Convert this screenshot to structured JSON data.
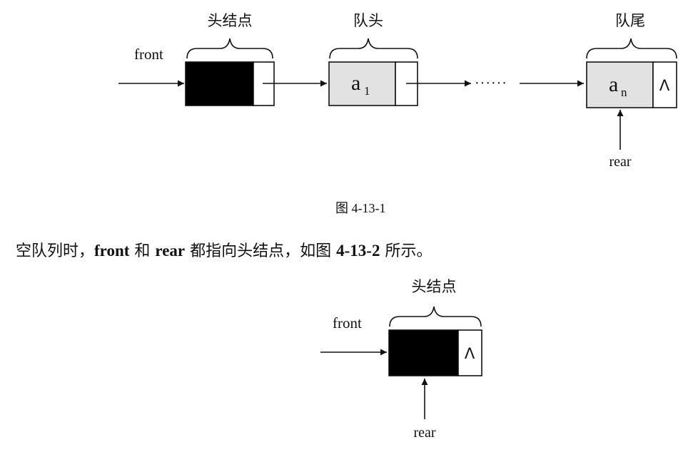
{
  "figure1": {
    "head_node_label": "头结点",
    "queue_head_label": "队头",
    "queue_tail_label": "队尾",
    "front_label": "front",
    "rear_label": "rear",
    "node1_letter": "a",
    "node1_sub": "1",
    "last_node_letter": "a",
    "last_node_sub": "n",
    "null_symbol": "Λ",
    "ellipsis": "······",
    "caption": "图 4-13-1"
  },
  "paragraph": {
    "part1": "空队列时，",
    "front": "front",
    "part2": " 和 ",
    "rear": "rear",
    "part3": " 都指向头结点，如图 ",
    "figref": "4-13-2",
    "part4": " 所示。"
  },
  "figure2": {
    "head_node_label": "头结点",
    "front_label": "front",
    "rear_label": "rear",
    "null_symbol": "Λ"
  },
  "colors": {
    "ink": "#111111",
    "node_fill": "#e2e2e2",
    "head_fill": "#000000"
  }
}
